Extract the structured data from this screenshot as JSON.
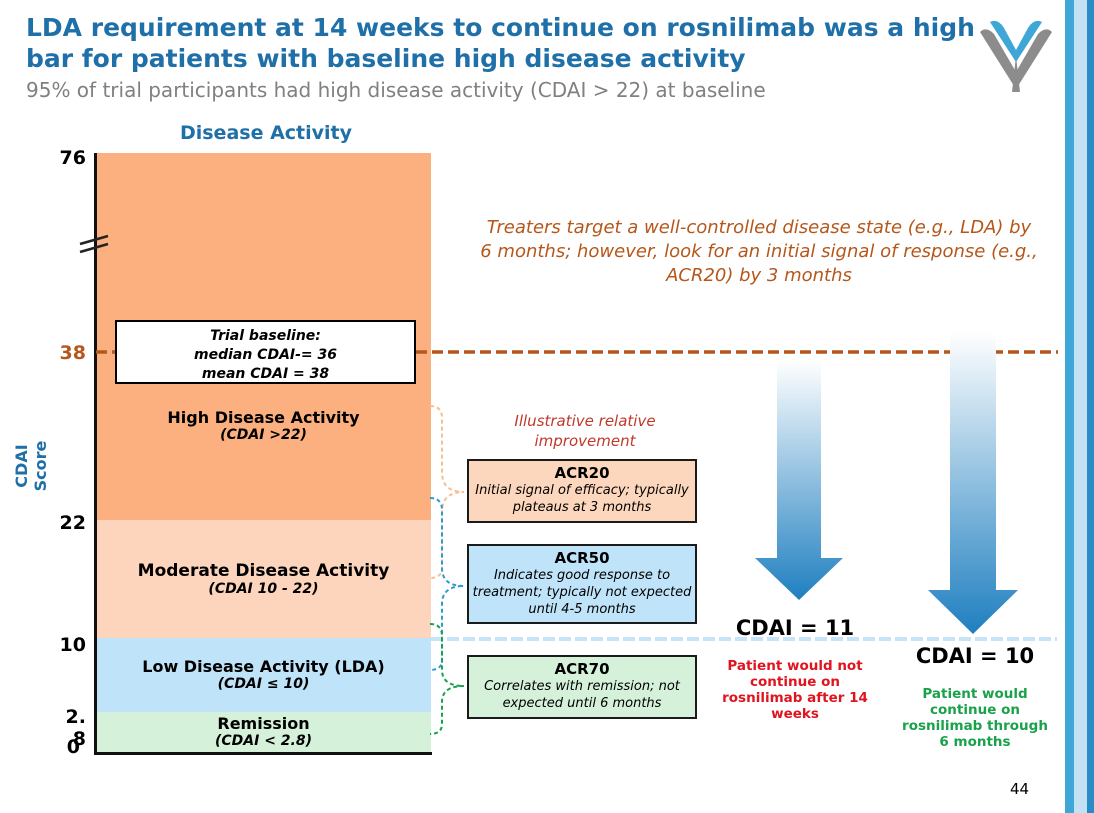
{
  "header": {
    "title": "LDA requirement at 14 weeks to continue on rosnilimab was a high bar for patients with baseline high disease activity",
    "subtitle": "95% of trial participants had high disease activity (CDAI > 22) at baseline"
  },
  "scale": {
    "column_title": "Disease Activity",
    "axis_label": "CDAI Score",
    "ticks": {
      "t76": "76",
      "t38": "38",
      "t22": "22",
      "t10": "10",
      "t28": "2.\n8",
      "t0": "0"
    }
  },
  "zones": {
    "high": {
      "name": "High Disease Activity",
      "range": "(CDAI >22)"
    },
    "moderate": {
      "name": "Moderate Disease Activity",
      "range": "(CDAI 10 - 22)"
    },
    "low": {
      "name": "Low Disease Activity (LDA)",
      "range": "(CDAI ≤ 10)"
    },
    "remission": {
      "name": "Remission",
      "range": "(CDAI < 2.8)"
    }
  },
  "baseline": {
    "line1": "Trial baseline:",
    "line2": "median CDAI-= 36",
    "line3": "mean CDAI = 38"
  },
  "treaters_note": "Treaters target a well-controlled disease state (e.g., LDA) by 6 months; however, look for an initial signal of response (e.g., ACR20) by 3 months",
  "illustrative": "Illustrative relative improvement",
  "acr": {
    "acr20": {
      "title": "ACR20",
      "desc": "Initial signal of efficacy; typically plateaus at 3 months"
    },
    "acr50": {
      "title": "ACR50",
      "desc": "Indicates good response to treatment; typically not expected until 4-5 months"
    },
    "acr70": {
      "title": "ACR70",
      "desc": "Correlates with remission; not expected until 6 months"
    }
  },
  "patients": {
    "p1": {
      "score": "CDAI = 11",
      "note": "Patient would not continue on rosnilimab after 14 weeks"
    },
    "p2": {
      "score": "CDAI = 10",
      "note": "Patient would continue on rosnilimab through 6 months"
    }
  },
  "page_number": "44",
  "colors": {
    "title": "#1f6fa8",
    "high": "#fcb07f",
    "moderate": "#fdd5bd",
    "low": "#bfe3f8",
    "remission": "#d5f1da",
    "baseline_line": "#b5571a",
    "lda_line": "#c6e4f6",
    "acr20_fill": "#fdd7bd",
    "acr50_fill": "#bfe3f8",
    "acr70_fill": "#d5f1da",
    "not_continue": "#e0141e",
    "continue": "#1aa14b"
  },
  "icons": [
    "company-logo-icon",
    "axis-break-icon",
    "down-arrow-icon"
  ]
}
